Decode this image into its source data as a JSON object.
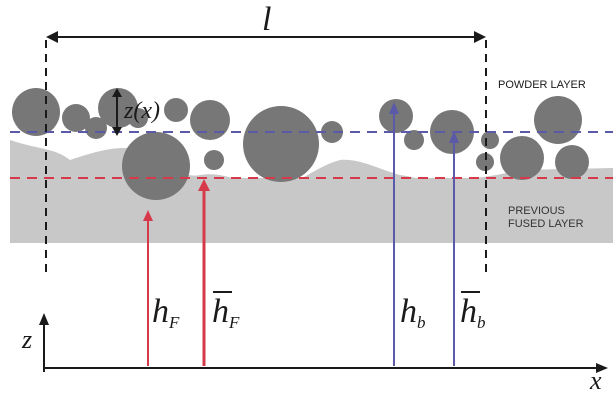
{
  "labels": {
    "length": "l",
    "roughness": "z(x)",
    "powder_layer": "POWDER LAYER",
    "previous_line1": "PREVIOUS",
    "previous_line2": "FUSED LAYER",
    "z_axis": "z",
    "x_axis": "x",
    "h_F": "h",
    "h_F_sub": "F",
    "h_F_bar": "h",
    "h_F_bar_sub": "F",
    "h_b": "h",
    "h_b_sub": "b",
    "h_b_bar": "h",
    "h_b_bar_sub": "b"
  },
  "colors": {
    "fused_layer": "#c8c8c8",
    "particle": "#777777",
    "red_line": "#d63a4a",
    "blue_line": "#5a5aa8",
    "dark": "#1a1a1a"
  }
}
